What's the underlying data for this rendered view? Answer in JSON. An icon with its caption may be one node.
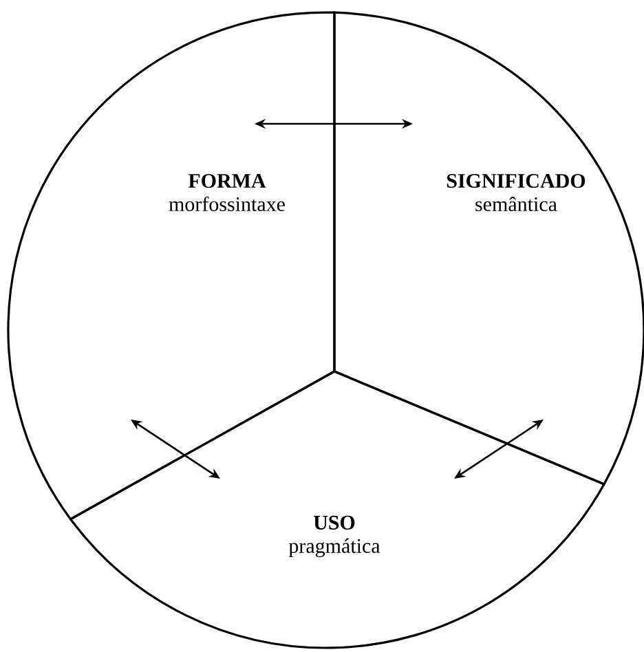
{
  "diagram": {
    "nodes": [
      {
        "text": [
          "FORMA",
          "morfossintaxe"
        ]
      },
      {
        "text": [
          "SIGNIFICADO",
          "semântica"
        ]
      },
      {
        "text": [
          "USO",
          "pragmática"
        ]
      }
    ],
    "edges": [
      {
        "from": 0,
        "to": 1,
        "arrow": "both"
      },
      {
        "from": 0,
        "to": 2,
        "arrow": "both"
      },
      {
        "from": 1,
        "to": 2,
        "arrow": "both"
      }
    ]
  }
}
